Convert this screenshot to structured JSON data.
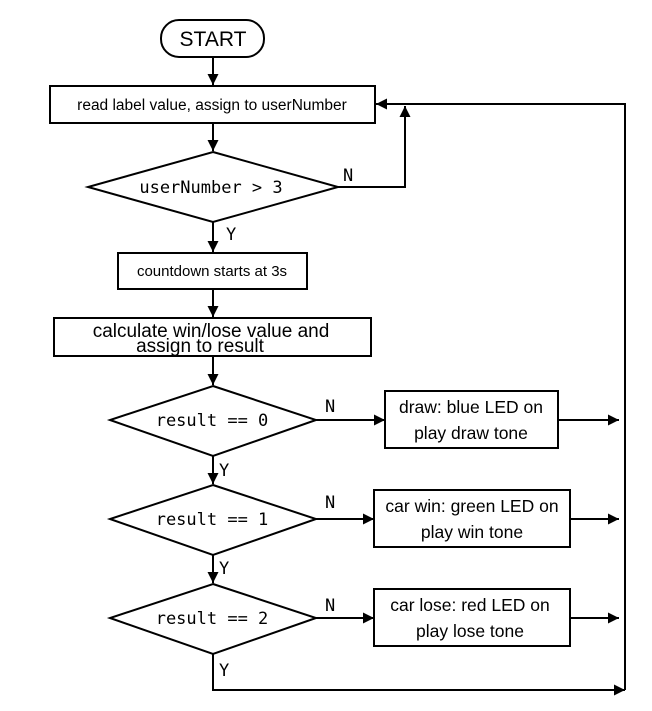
{
  "flowchart": {
    "start": "START",
    "read_step": "read label value, assign to userNumber",
    "check_number": "userNumber > 3",
    "countdown": "countdown starts at 3s",
    "calculate_line1": "calculate win/lose value and",
    "calculate_line2": "assign to result",
    "check_zero": "result == 0",
    "draw_line1": "draw: blue LED on",
    "draw_line2": "play draw tone",
    "check_one": "result == 1",
    "win_line1": "car win: green LED on",
    "win_line2": "play win tone",
    "check_two": "result == 2",
    "lose_line1": "car lose: red LED on",
    "lose_line2": "play lose tone",
    "yes": "Y",
    "no": "N"
  }
}
